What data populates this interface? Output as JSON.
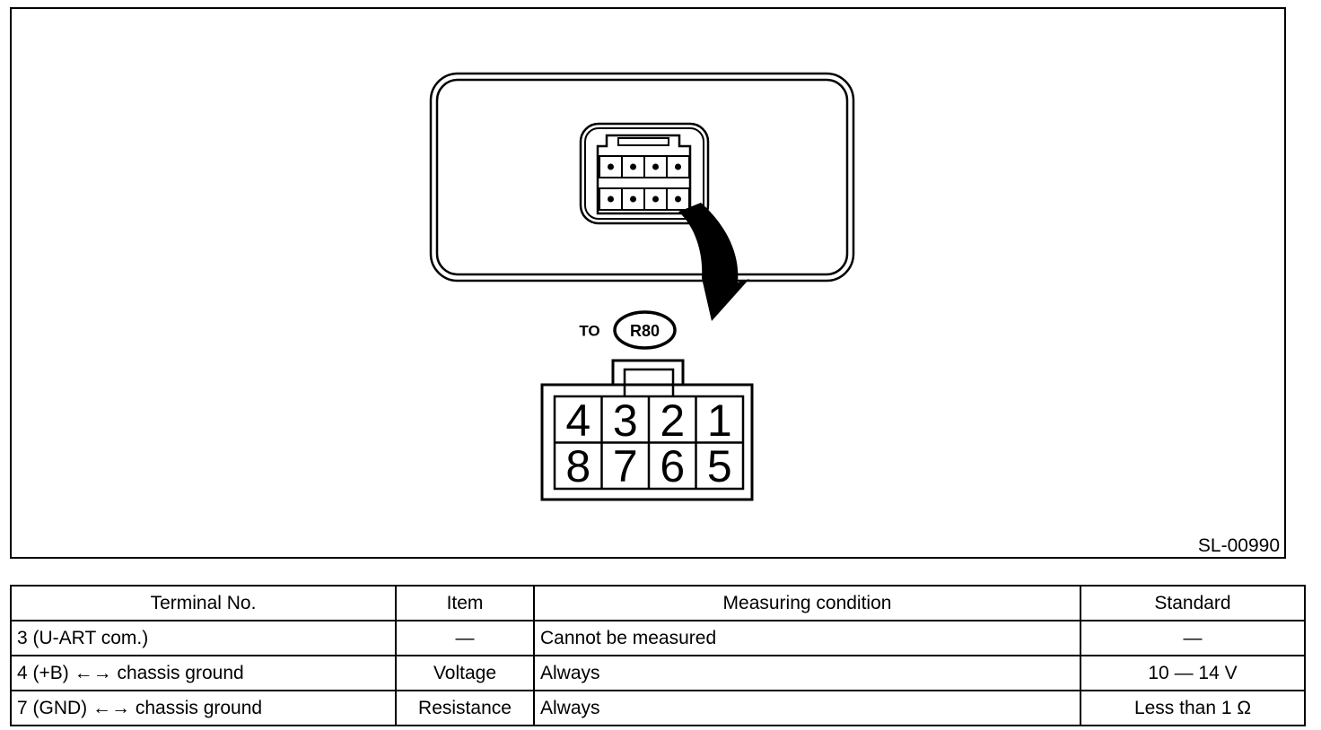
{
  "colors": {
    "ink": "#000000",
    "background": "#ffffff"
  },
  "figure": {
    "to_label": "TO",
    "connector_ref": "R80",
    "figure_code": "SL-00990",
    "pins_top": [
      "4",
      "3",
      "2",
      "1"
    ],
    "pins_bottom": [
      "8",
      "7",
      "6",
      "5"
    ]
  },
  "table": {
    "headers": [
      "Terminal No.",
      "Item",
      "Measuring condition",
      "Standard"
    ],
    "rows": [
      [
        "3 (U-ART com.)",
        "—",
        "Cannot be measured",
        "—"
      ],
      [
        "4 (+B) ←→ chassis ground",
        "Voltage",
        "Always",
        "10 — 14 V"
      ],
      [
        "7 (GND) ←→ chassis ground",
        "Resistance",
        "Always",
        "Less than 1 Ω"
      ]
    ]
  }
}
